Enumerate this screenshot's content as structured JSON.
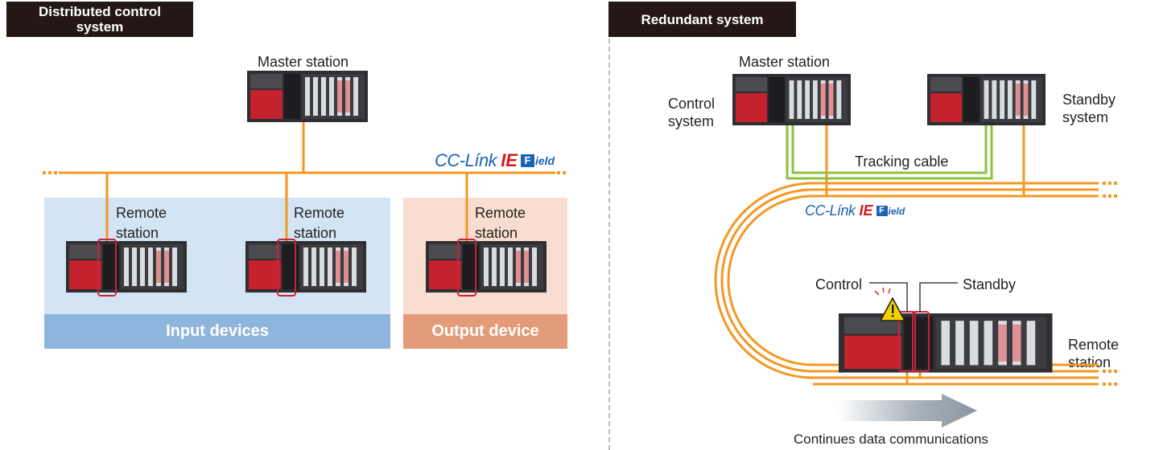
{
  "left": {
    "title": "Distributed control system",
    "master_label": "Master station",
    "network_logo": {
      "main": "CC-Línk",
      "ie": "IE",
      "field_initial": "F",
      "field_rest": "ield"
    },
    "remote_label": "Remote station",
    "zones": [
      {
        "label": "Input devices",
        "color": "#8eb6dd",
        "bg": "#d3e5f4"
      },
      {
        "label": "Output device",
        "color": "#e49b79",
        "bg": "#f8ddd0"
      }
    ]
  },
  "right": {
    "title": "Redundant system",
    "master_label": "Master station",
    "control_system_label": "Control system",
    "standby_system_label": "Standby system",
    "tracking_cable_label": "Tracking cable",
    "network_logo": {
      "main": "CC-Línk",
      "ie": "IE",
      "field_initial": "F",
      "field_rest": "ield"
    },
    "control_label": "Control",
    "standby_label": "Standby",
    "remote_label": "Remote station",
    "arrow_label": "Continues data communications"
  },
  "colors": {
    "network": "#f39823",
    "tracking": "#8dc13f",
    "highlight": "#c6243a",
    "brand_blue": "#1c62b5",
    "brand_red": "#d7191f"
  },
  "icons": [
    "plc-rack",
    "warning-icon"
  ]
}
